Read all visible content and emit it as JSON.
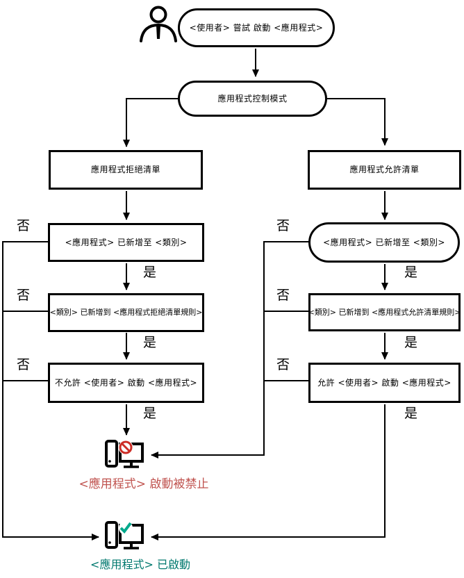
{
  "diagram": {
    "nodes": {
      "start": "<使用者> 嘗試 啟動 <應用程式>",
      "control_mode": "應用程式控制模式",
      "denylist": "應用程式拒絕清單",
      "allowlist": "應用程式允許清單",
      "deny_app_in_category": "<應用程式> 已新增至 <類別>",
      "allow_app_in_category": "<應用程式> 已新增至 <類別>",
      "deny_category_in_rule": "<類別> 已新增到 <應用程式拒絕清單規則>",
      "allow_category_in_rule": "<類別> 已新增到 <應用程式允許清單規則>",
      "deny_user_start": "不允許 <使用者> 啟動 <應用程式>",
      "allow_user_start": "允許 <使用者> 啟動 <應用程式>",
      "blocked_result": "<應用程式> 啟動被禁止",
      "started_result": "<應用程式> 已啟動"
    },
    "edge_labels": {
      "yes": "是",
      "no": "否"
    },
    "icons": {
      "actor": "user-icon",
      "blocked": "computer-blocked-icon",
      "started": "computer-started-icon",
      "badge_blocked": "prohibition-icon",
      "badge_started": "checkmark-icon"
    },
    "colors": {
      "line": "#000000",
      "blocked_text": "#c0534f",
      "started_text": "#00786e",
      "prohibition": "#cc2d26",
      "checkmark": "#00a98c"
    }
  }
}
